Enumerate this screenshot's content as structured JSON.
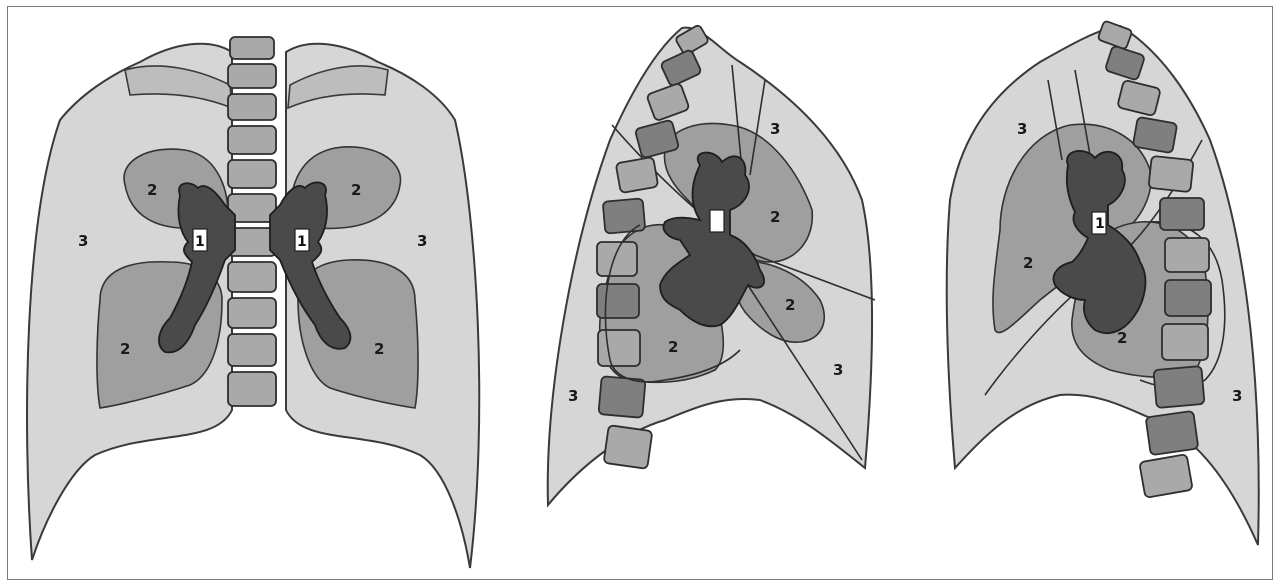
{
  "figure": {
    "panels": [
      {
        "name": "frontal-view",
        "zone_labels": [
          {
            "text": "1",
            "zone": "hilum"
          },
          {
            "text": "1",
            "zone": "hilum"
          },
          {
            "text": "2",
            "zone": "perihilar"
          },
          {
            "text": "2",
            "zone": "perihilar"
          },
          {
            "text": "2",
            "zone": "perihilar"
          },
          {
            "text": "2",
            "zone": "perihilar"
          },
          {
            "text": "3",
            "zone": "peripheral"
          },
          {
            "text": "3",
            "zone": "peripheral"
          }
        ]
      },
      {
        "name": "right-lateral-view",
        "zone_labels": [
          {
            "text": "3",
            "zone": "peripheral"
          },
          {
            "text": "2",
            "zone": "perihilar"
          },
          {
            "text": "2",
            "zone": "perihilar"
          },
          {
            "text": "2",
            "zone": "perihilar"
          },
          {
            "text": "3",
            "zone": "peripheral"
          },
          {
            "text": "3",
            "zone": "peripheral"
          }
        ]
      },
      {
        "name": "left-lateral-view",
        "zone_labels": [
          {
            "text": "3",
            "zone": "peripheral"
          },
          {
            "text": "1",
            "zone": "hilum"
          },
          {
            "text": "2",
            "zone": "perihilar"
          },
          {
            "text": "2",
            "zone": "perihilar"
          },
          {
            "text": "3",
            "zone": "peripheral"
          }
        ]
      }
    ],
    "colors": {
      "outer_zone": "#d6d6d6",
      "perihilar_zone": "#9f9f9f",
      "hilum": "#4a4a4a",
      "outline": "#3a3a3a"
    }
  }
}
